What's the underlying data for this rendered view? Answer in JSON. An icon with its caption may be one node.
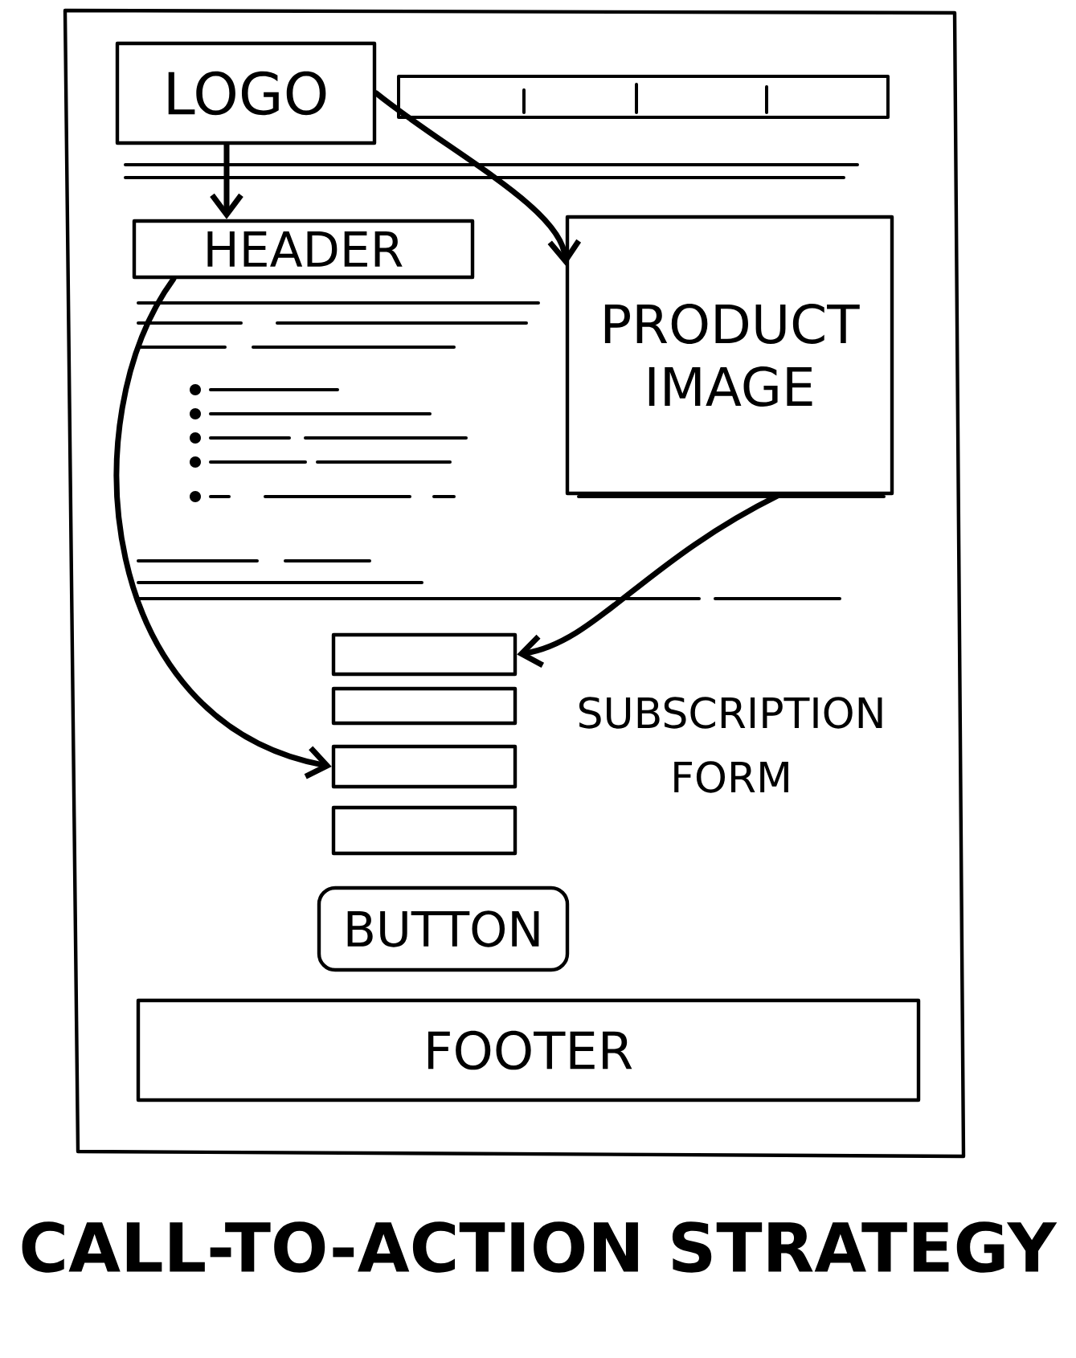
{
  "diagram": {
    "title": "CALL-TO-ACTION STRATEGY",
    "nodes": [
      {
        "text": [
          "LOGO"
        ]
      },
      {
        "text": [
          "HEADER"
        ]
      },
      {
        "text": [
          "PRODUCT IMAGE"
        ]
      },
      {
        "text": [],
        "shape": "box"
      },
      {
        "text": [],
        "shape": "box"
      },
      {
        "text": [],
        "shape": "box"
      },
      {
        "text": [],
        "shape": "box"
      },
      {
        "text": [
          "BUTTON"
        ]
      },
      {
        "text": [
          "FOOTER"
        ]
      }
    ],
    "edges": [
      {
        "from": 0,
        "to": 1,
        "arrow": "to"
      },
      {
        "from": 0,
        "to": 2,
        "arrow": "to"
      },
      {
        "from": 1,
        "to": 5,
        "arrow": "to"
      },
      {
        "from": 2,
        "to": 3,
        "arrow": "to"
      }
    ],
    "labels": [
      "SUBSCRIPTION FORM"
    ]
  }
}
